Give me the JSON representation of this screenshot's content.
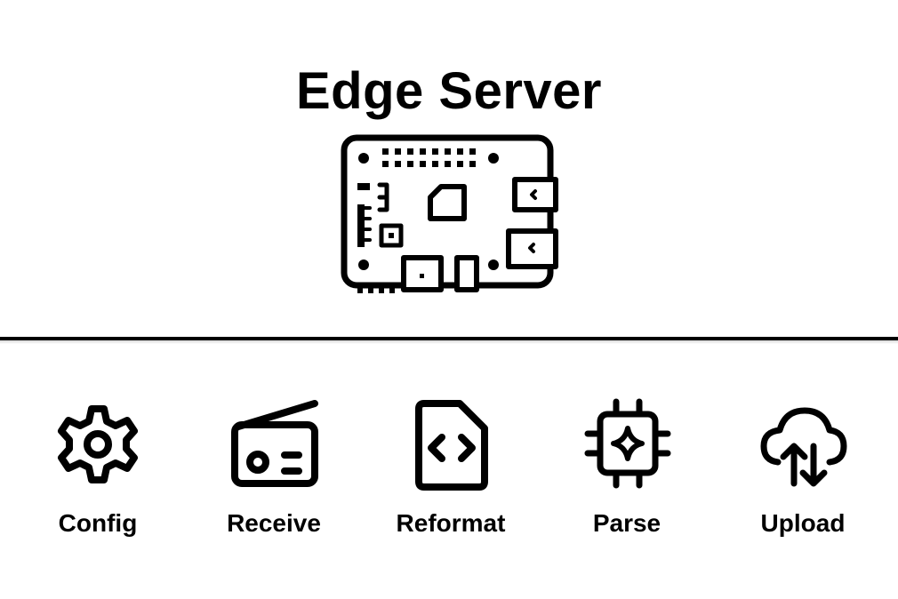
{
  "title": "Edge Server",
  "device_icon": "single-board-computer-icon",
  "steps": [
    {
      "label": "Config",
      "icon": "gear-icon"
    },
    {
      "label": "Receive",
      "icon": "radio-icon"
    },
    {
      "label": "Reformat",
      "icon": "code-file-icon"
    },
    {
      "label": "Parse",
      "icon": "ai-chip-icon"
    },
    {
      "label": "Upload",
      "icon": "cloud-sync-icon"
    }
  ],
  "colors": {
    "foreground": "#000000",
    "background": "#ffffff"
  }
}
